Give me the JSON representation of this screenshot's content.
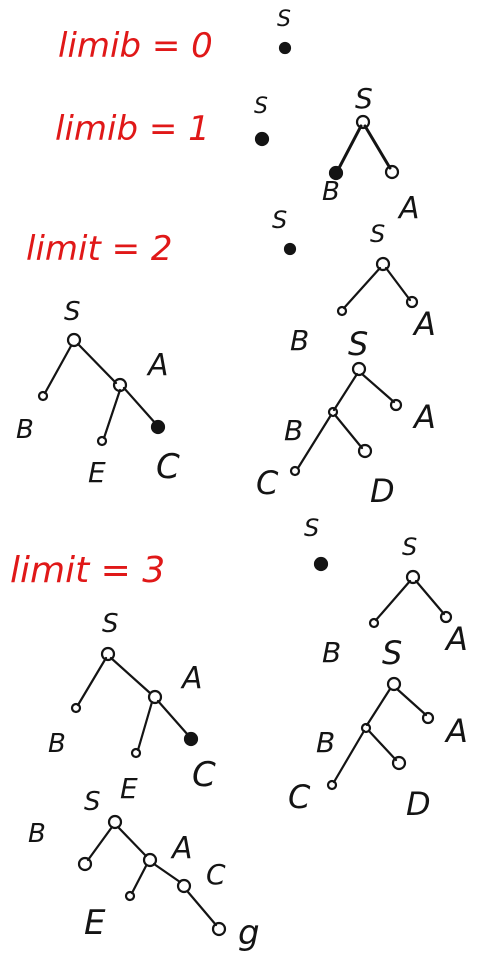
{
  "colors": {
    "ink": "#141414",
    "label_red": "#e01818",
    "background": "#ffffff"
  },
  "limits": [
    {
      "label": "limib = 0"
    },
    {
      "label": "limib = 1"
    },
    {
      "label": "limit = 2"
    },
    {
      "label": "limit = 3"
    }
  ],
  "node_labels": {
    "S": "S",
    "A": "A",
    "B": "B",
    "C": "C",
    "D": "D",
    "E": "E",
    "G": "g"
  }
}
